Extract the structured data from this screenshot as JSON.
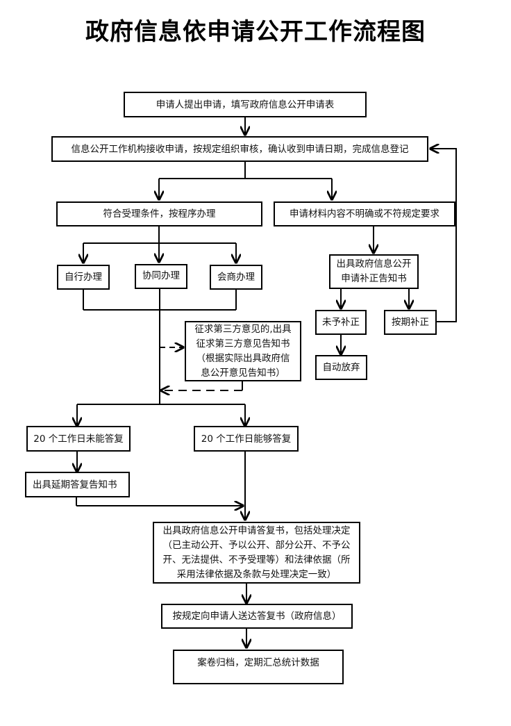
{
  "title": "政府信息依申请公开工作流程图",
  "nodes": {
    "apply": "申请人提出申请，填写政府信息公开申请表",
    "receive": "信息公开工作机构接收申请，按规定组织审核，确认收到申请日期，完成信息登记",
    "accept": "符合受理条件，按程序办理",
    "unclear": "申请材料内容不明确或不符规定要求",
    "self_handle": "自行办理",
    "co_handle": "协同办理",
    "consult_handle": "会商办理",
    "correction_notice": [
      "出具政府信息公开",
      "申请补正告知书"
    ],
    "not_corrected": "未予补正",
    "corrected_on_time": "按期补正",
    "auto_abandon": "自动放弃",
    "third_party": [
      "征求第三方意见的,出具",
      "征求第三方意见告知书",
      "（根据实际出具政府信",
      "息公开意见告知书）"
    ],
    "not_in_20_days": "20 个工作日未能答复",
    "in_20_days": "20 个工作日能够答复",
    "extension_notice": "出具延期答复告知书",
    "reply_letter": [
      "出具政府信息公开申请答复书，包括处理决定",
      "（已主动公开、予以公开、部分公开、不予公",
      "开、无法提供、不予受理等）和法律依据（所",
      "采用法律依据及条款与处理决定一致）"
    ],
    "deliver": "按规定向申请人送达答复书（政府信息）",
    "archive": "案卷归档，定期汇总统计数据"
  }
}
